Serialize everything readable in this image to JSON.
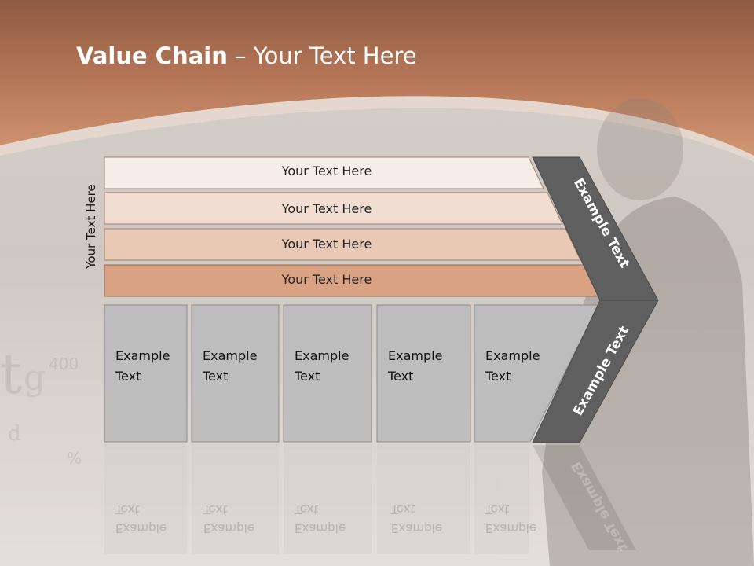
{
  "title": {
    "bold": "Value Chain",
    "rest": " – Your Text Here"
  },
  "side_label": "Your Text Here",
  "rows": [
    {
      "label": "Your Text Here",
      "color": "#f6ede8"
    },
    {
      "label": "Your Text Here",
      "color": "#f1ddd2"
    },
    {
      "label": "Your Text Here",
      "color": "#e9c8b6"
    },
    {
      "label": "Your Text Here",
      "color": "#d8a283"
    }
  ],
  "boxes": [
    {
      "line1": "Example",
      "line2": "Text"
    },
    {
      "line1": "Example",
      "line2": "Text"
    },
    {
      "line1": "Example",
      "line2": "Text"
    },
    {
      "line1": "Example",
      "line2": "Text"
    },
    {
      "line1": "Example",
      "line2": "Text"
    }
  ],
  "chevron": {
    "top_label": "Example Text",
    "bottom_label": "Example Text",
    "color": "#5f5f5f"
  },
  "colors": {
    "header": "#c98a68",
    "box_fill": "#bdbdbd",
    "box_border": "#8c8c8c"
  }
}
